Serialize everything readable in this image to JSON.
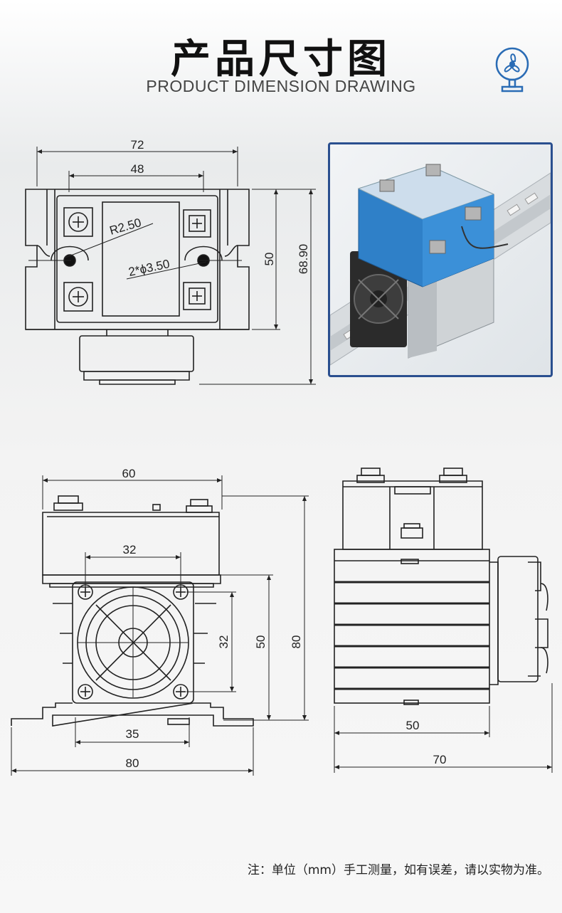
{
  "header": {
    "title": "产品尺寸图",
    "subtitle": "PRODUCT DIMENSION DRAWING",
    "icon": "fan-icon"
  },
  "top_view": {
    "width_outer": "72",
    "width_inner": "48",
    "height_body": "50",
    "height_total": "68.90",
    "radius_label": "R2.50",
    "hole_label": "2*ϕ3.50"
  },
  "front_view": {
    "width_top": "60",
    "fan_spacing_h": "32",
    "fan_spacing_v": "32",
    "height_fan": "50",
    "height_total": "80",
    "rail_inner": "35",
    "rail_outer": "80"
  },
  "side_view": {
    "depth_body": "50",
    "depth_total": "70"
  },
  "photo": {
    "product_icon": "relay-photo",
    "accent": "#2a4f8f"
  },
  "footer": {
    "note": "注：单位（mm）手工测量，如有误差，请以实物为准。"
  }
}
